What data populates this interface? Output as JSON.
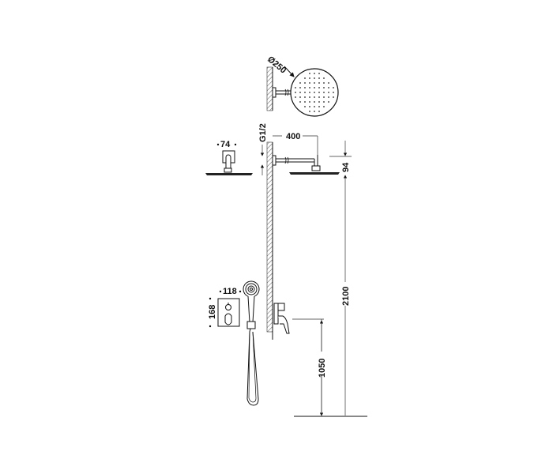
{
  "diagram": {
    "type": "technical-installation-drawing",
    "subject": "shower set: rain shower head, wall arm, built-in mixer, hand shower",
    "dimensions": {
      "shower_head_diameter": "Ø250",
      "arm_length": "400",
      "connection_thread": "G1/2",
      "head_height": "94",
      "head_width_side": "74",
      "plate_width": "118",
      "plate_height": "168",
      "mixer_height": "1050",
      "shower_height": "2100"
    },
    "colors": {
      "line": "#111111",
      "wall_hatch": "#555555",
      "dim_line": "#333333"
    }
  }
}
